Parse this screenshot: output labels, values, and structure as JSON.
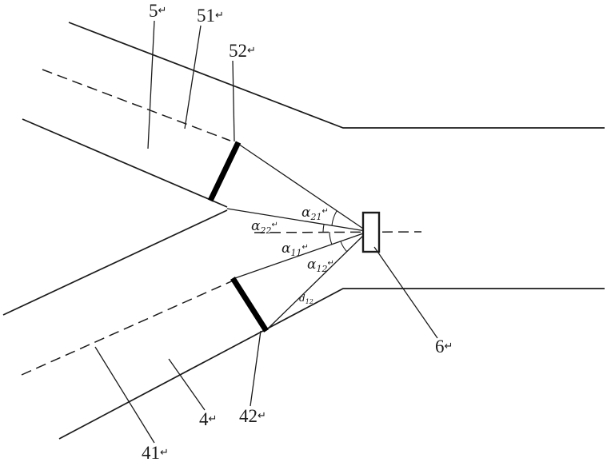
{
  "figure": {
    "colors": {
      "line": "#1b1b1b",
      "background": "#ffffff"
    },
    "labels": {
      "l5": {
        "text": "5",
        "mark": "↵"
      },
      "l51": {
        "text": "51",
        "mark": "↵"
      },
      "l52": {
        "text": "52",
        "mark": "↵"
      },
      "l6": {
        "text": "6",
        "mark": "↵"
      },
      "l4": {
        "text": "4",
        "mark": "↵"
      },
      "l41": {
        "text": "41",
        "mark": "↵"
      },
      "l42": {
        "text": "42",
        "mark": "↵"
      },
      "a21": {
        "base": "α",
        "sub": "21",
        "mark": "↵"
      },
      "a22": {
        "base": "α",
        "sub": "22",
        "mark": "↵"
      },
      "a11": {
        "base": "α",
        "sub": "11",
        "mark": "↵"
      },
      "a12": {
        "base": "α",
        "sub": "12",
        "mark": "↵"
      },
      "d12": {
        "base": "d",
        "sub": "12",
        "mark": ""
      }
    }
  }
}
